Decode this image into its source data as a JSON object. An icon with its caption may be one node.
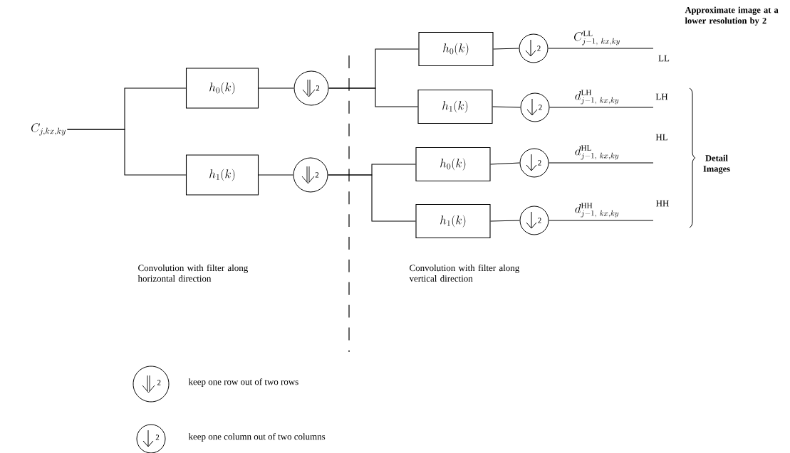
{
  "diagram": {
    "nodes": [
      {
        "text": [
          "C_{j,kx,ky}"
        ]
      },
      {
        "text": [
          "h_0(k)"
        ]
      },
      {
        "text": [
          "h_1(k)"
        ]
      },
      {
        "text": [
          "2"
        ]
      },
      {
        "text": [
          "2"
        ]
      },
      {
        "text": [
          "h_0(k)"
        ]
      },
      {
        "text": [
          "h_1(k)"
        ]
      },
      {
        "text": [
          "h_0(k)"
        ]
      },
      {
        "text": [
          "h_1(k)"
        ]
      },
      {
        "text": [
          "2"
        ]
      },
      {
        "text": [
          "2"
        ]
      },
      {
        "text": [
          "2"
        ]
      },
      {
        "text": [
          "2"
        ]
      }
    ],
    "edges": [
      {
        "from": 0,
        "to": 1,
        "arrow": "none"
      },
      {
        "from": 0,
        "to": 2,
        "arrow": "none"
      },
      {
        "from": 1,
        "to": 3,
        "arrow": "none"
      },
      {
        "from": 2,
        "to": 4,
        "arrow": "none"
      },
      {
        "from": 3,
        "to": 5,
        "arrow": "none"
      },
      {
        "from": 3,
        "to": 6,
        "arrow": "none"
      },
      {
        "from": 4,
        "to": 7,
        "arrow": "none"
      },
      {
        "from": 4,
        "to": 8,
        "arrow": "none"
      },
      {
        "from": 5,
        "to": 9,
        "arrow": "none"
      },
      {
        "from": 6,
        "to": 10,
        "arrow": "none"
      },
      {
        "from": 7,
        "to": 11,
        "arrow": "none"
      },
      {
        "from": 8,
        "to": 12,
        "arrow": "none"
      },
      {
        "from": 9,
        "to": null,
        "arrow": "none",
        "label": "C^{\\mathrm{LL}}_{j-1,\\ kx,ky}"
      },
      {
        "from": 10,
        "to": null,
        "arrow": "none",
        "label": "d^{\\mathrm{LH}}_{j-1,\\ kx,ky}"
      },
      {
        "from": 11,
        "to": null,
        "arrow": "none",
        "label": "d^{\\mathrm{HL}}_{j-1,\\ kx,ky}"
      },
      {
        "from": 12,
        "to": null,
        "arrow": "none",
        "label": "d^{\\mathrm{HH}}_{j-1,\\ kx,ky}"
      }
    ],
    "labels": [
      "Approximate image at a lower resolution by 2",
      "LL",
      "LH",
      "HL",
      "Detail Images",
      "HH",
      "Convolution with filter along horizontal direction",
      "Convolution with filter along vertical direction",
      "2",
      "2"
    ],
    "legend": [
      {
        "text": "keep one row out of two rows"
      },
      {
        "text": "keep one column out of two columns"
      }
    ]
  }
}
